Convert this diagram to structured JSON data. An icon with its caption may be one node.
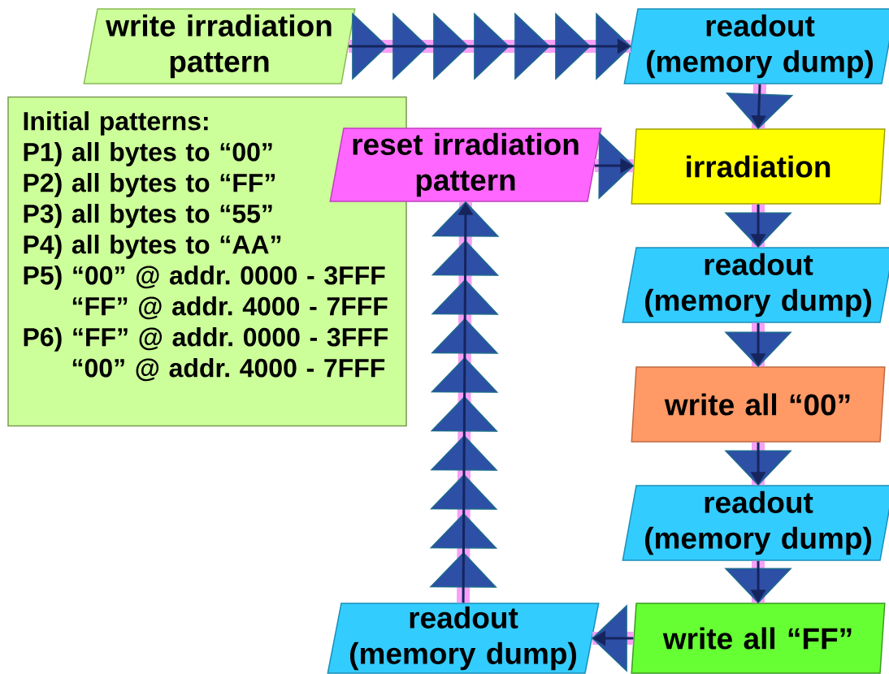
{
  "diagram": {
    "nodes": [
      {
        "text": [
          "write irradiation pattern"
        ]
      },
      {
        "text": [
          "readout (memory dump)"
        ]
      },
      {
        "text": [
          "Initial patterns:",
          "P1) all bytes to “00”",
          "P2) all bytes to “FF”",
          "P3) all bytes to “55”",
          "P4) all bytes to “AA”",
          "P5) “00” @ addr. 0000 - 3FFF “FF” @ addr. 4000 - 7FFF",
          "P6) “FF” @ addr. 0000 - 3FFF “00” @ addr. 4000 - 7FFF"
        ]
      },
      {
        "text": [
          "reset irradiation pattern"
        ]
      },
      {
        "text": [
          "irradiation"
        ]
      },
      {
        "text": [
          "readout (memory dump)"
        ]
      },
      {
        "text": [
          "write all “00”"
        ]
      },
      {
        "text": [
          "readout (memory dump)"
        ]
      },
      {
        "text": [
          "readout (memory dump)"
        ]
      },
      {
        "text": [
          "write all “FF”"
        ]
      }
    ],
    "edges": [
      {
        "from": 0,
        "to": 1,
        "arrow": "to"
      },
      {
        "from": 1,
        "to": 4,
        "arrow": "to"
      },
      {
        "from": 3,
        "to": 4,
        "arrow": "to"
      },
      {
        "from": 4,
        "to": 5,
        "arrow": "to"
      },
      {
        "from": 5,
        "to": 6,
        "arrow": "to"
      },
      {
        "from": 6,
        "to": 7,
        "arrow": "to"
      },
      {
        "from": 7,
        "to": 9,
        "arrow": "to"
      },
      {
        "from": 9,
        "to": 8,
        "arrow": "to"
      },
      {
        "from": 8,
        "to": 3,
        "arrow": "to"
      }
    ]
  }
}
